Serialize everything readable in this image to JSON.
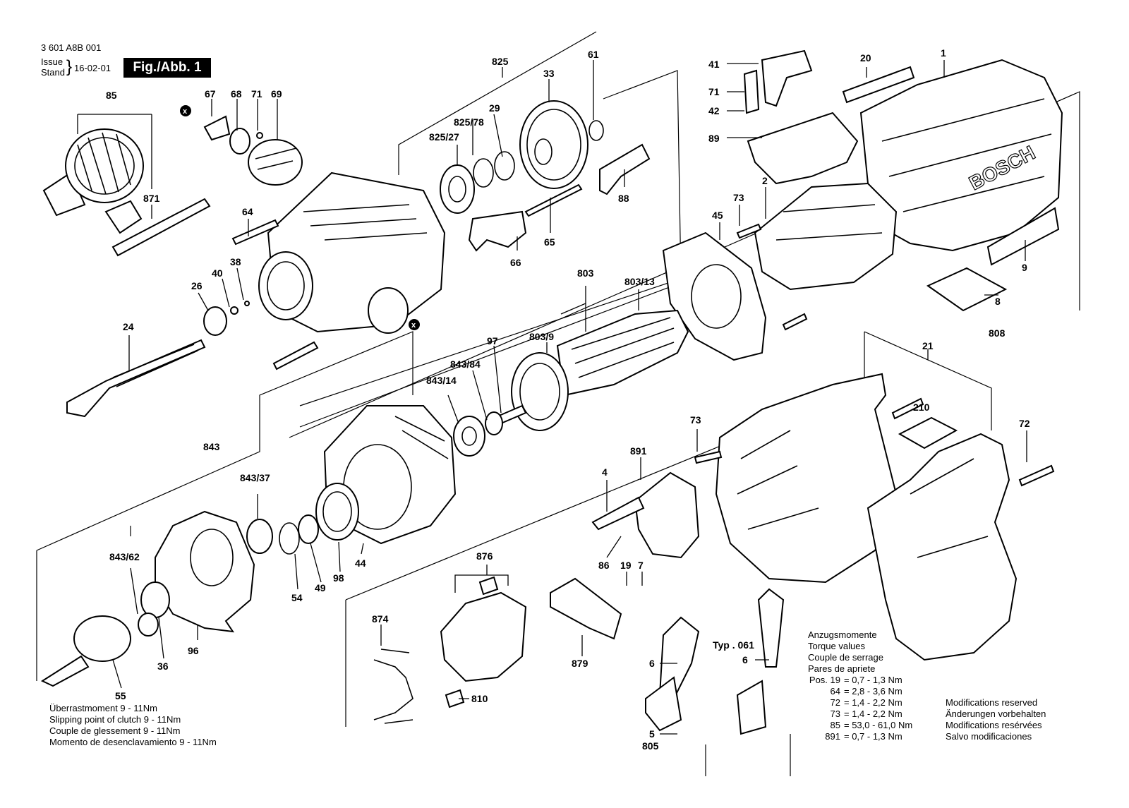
{
  "header": {
    "part_number": "3 601 A8B 001",
    "issue_label": "Issue",
    "stand_label": "Stand",
    "issue_date": "16-02-01",
    "figure_label": "Fig./Abb. 1"
  },
  "callouts": [
    "85",
    "67",
    "68",
    "71",
    "69",
    "871",
    "825",
    "825/78",
    "825/27",
    "29",
    "33",
    "61",
    "88",
    "64",
    "65",
    "66",
    "40",
    "38",
    "26",
    "24",
    "41",
    "71",
    "42",
    "89",
    "20",
    "1",
    "73",
    "2",
    "45",
    "9",
    "8",
    "808",
    "803",
    "803/13",
    "803/9",
    "97",
    "843/84",
    "843/14",
    "843",
    "843/37",
    "843/62",
    "44",
    "98",
    "49",
    "54",
    "96",
    "36",
    "55",
    "21",
    "210",
    "72",
    "73",
    "891",
    "4",
    "86",
    "19",
    "7",
    "876",
    "874",
    "810",
    "879",
    "6",
    "5",
    "805",
    "Typ . 061",
    "6"
  ],
  "slip_clutch_note": [
    "Überrastmoment 9 - 11Nm",
    "Slipping point of clutch 9 - 11Nm",
    "Couple de glessement 9 - 11Nm",
    "Momento de desenclavamiento 9 - 11Nm"
  ],
  "torque": {
    "title_lines": [
      "Anzugsmomente",
      "Torque values",
      "Couple de serrage",
      "Pares de apriete"
    ],
    "rows": [
      {
        "pos": "Pos. 19",
        "value": "=  0,7  -  1,3 Nm"
      },
      {
        "pos": "64",
        "value": "=  2,8  -  3,6 Nm"
      },
      {
        "pos": "72",
        "value": "=  1,4  -  2,2 Nm"
      },
      {
        "pos": "73",
        "value": "=  1,4  -  2,2 Nm"
      },
      {
        "pos": "85",
        "value": "= 53,0  - 61,0 Nm"
      },
      {
        "pos": "891",
        "value": "=  0,7  -  1,3 Nm"
      }
    ]
  },
  "modifications": [
    "Modifications reserved",
    "Änderungen vorbehalten",
    "Modifications resérvées",
    "Salvo modificaciones"
  ],
  "markers": [
    "x",
    "x"
  ],
  "brand_on_housing": "BOSCH"
}
